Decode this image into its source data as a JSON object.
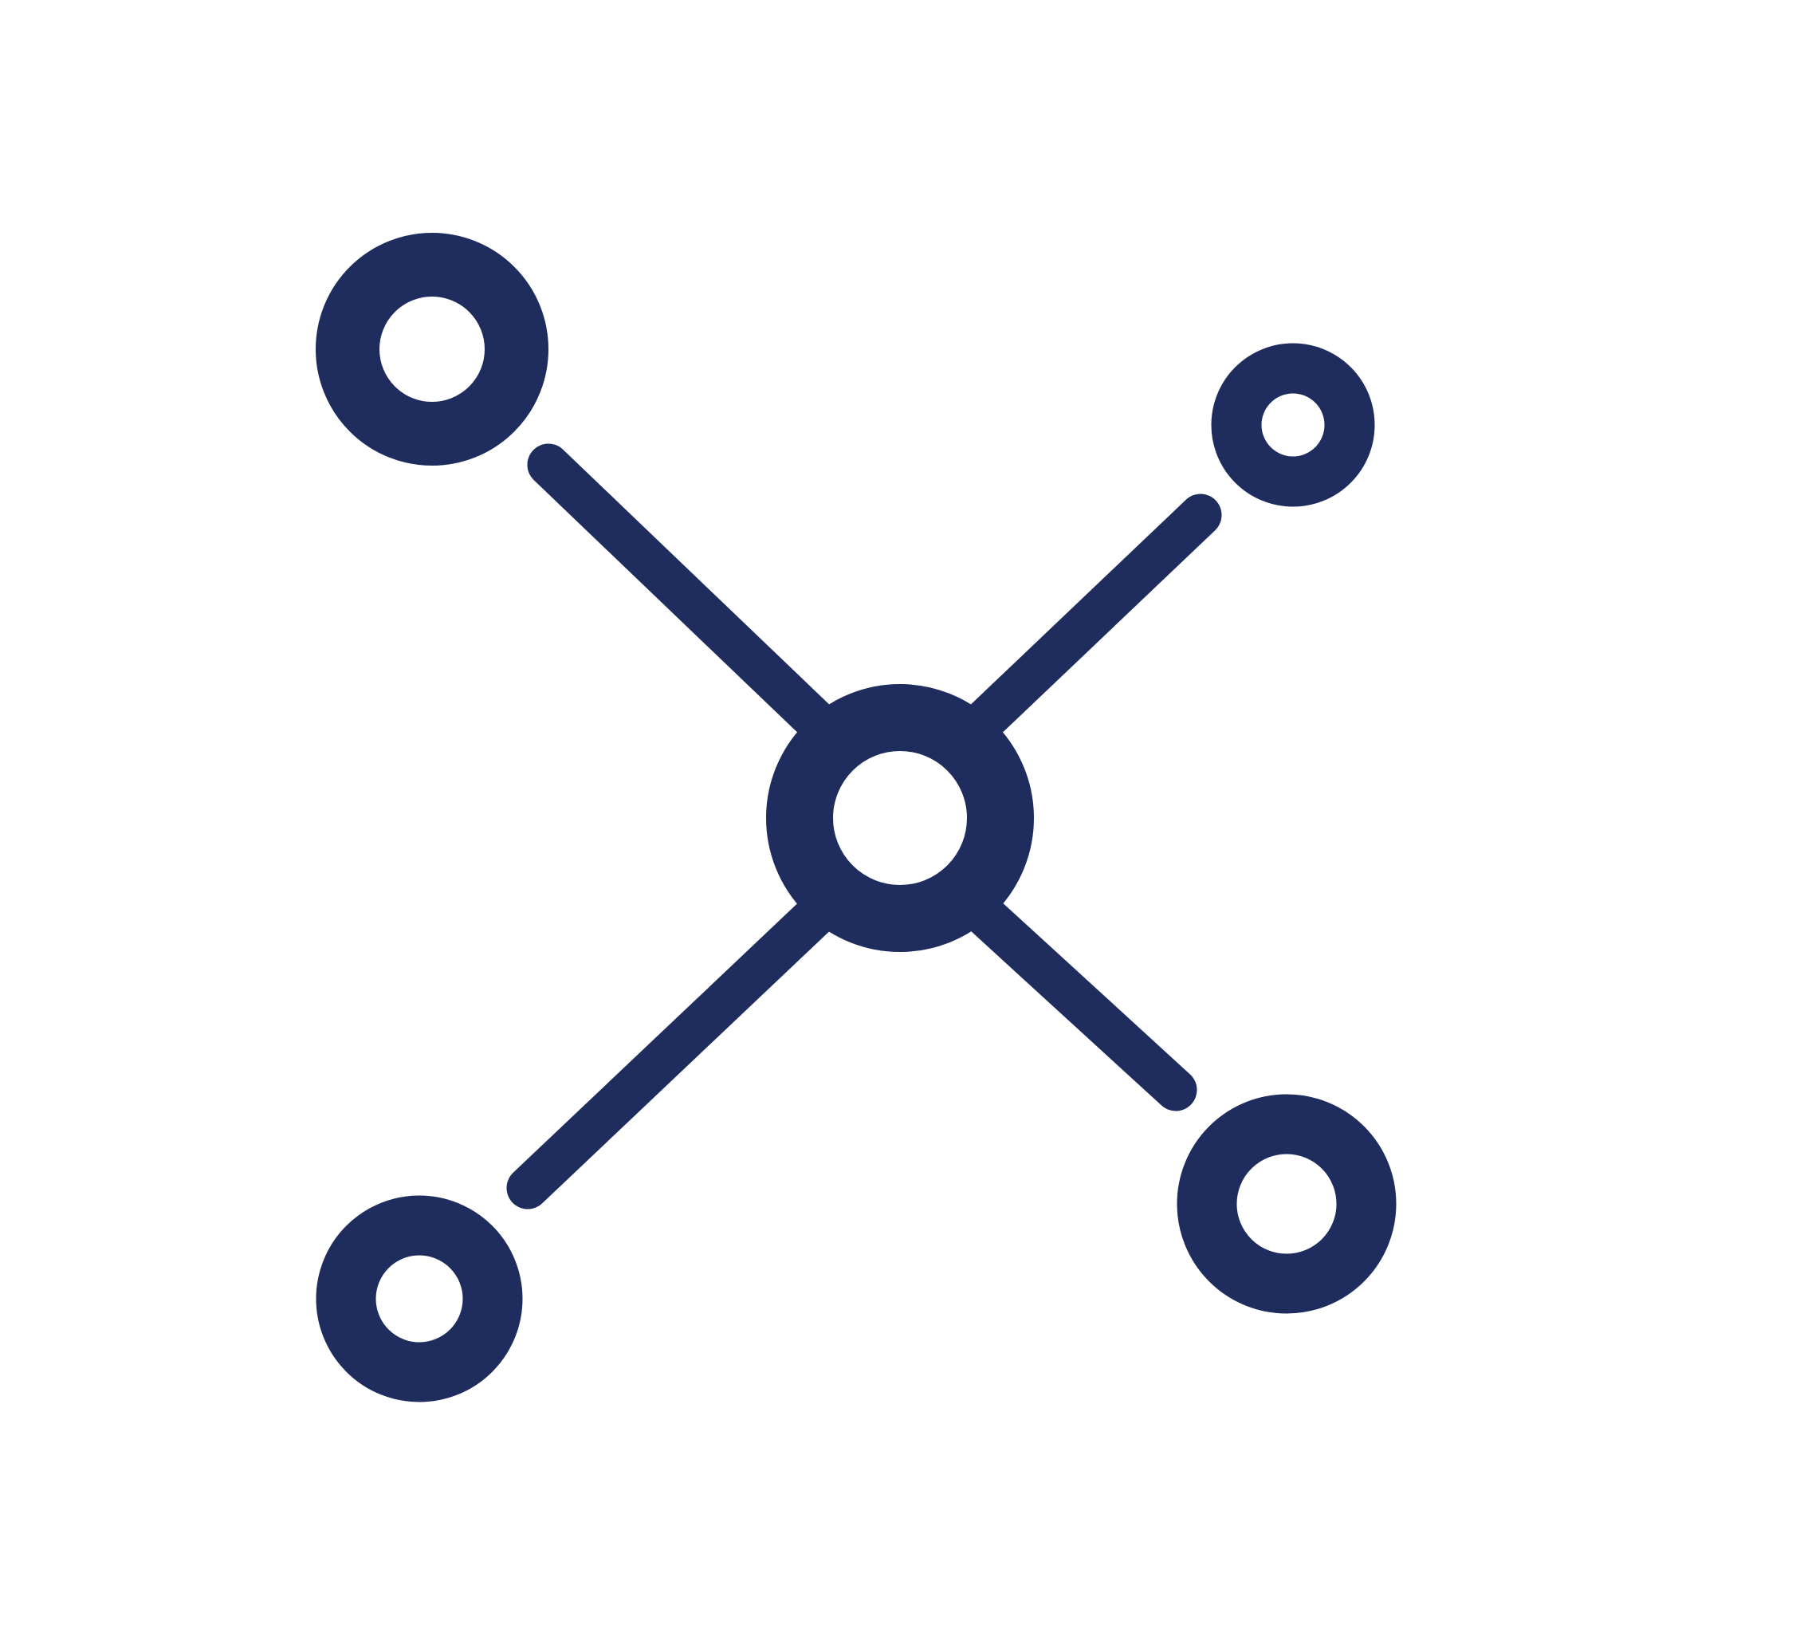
{
  "graphic": {
    "icon": "network-hub-icon",
    "color": "#1f2d5e",
    "background": "#ffffff",
    "hub_count": 1,
    "satellite_count": 4,
    "connector_count": 4
  }
}
